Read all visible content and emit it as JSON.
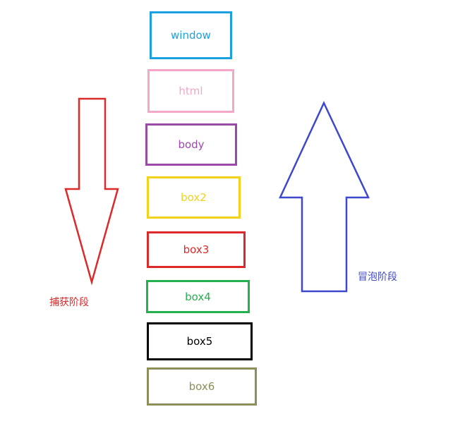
{
  "boxes": [
    {
      "label": "window",
      "color": "#1ba1e2"
    },
    {
      "label": "html",
      "color": "#f4a7c6"
    },
    {
      "label": "body",
      "color": "#9b4aa8"
    },
    {
      "label": "box2",
      "color": "#f2d21b"
    },
    {
      "label": "box3",
      "color": "#dc2929"
    },
    {
      "label": "box4",
      "color": "#22b14c"
    },
    {
      "label": "box5",
      "color": "#000000"
    },
    {
      "label": "box6",
      "color": "#8e8f58"
    }
  ],
  "capture": {
    "label": "捕获阶段",
    "color": "#dc2929",
    "direction": "down"
  },
  "bubble": {
    "label": "冒泡阶段",
    "color": "#3f48cc",
    "direction": "up"
  }
}
